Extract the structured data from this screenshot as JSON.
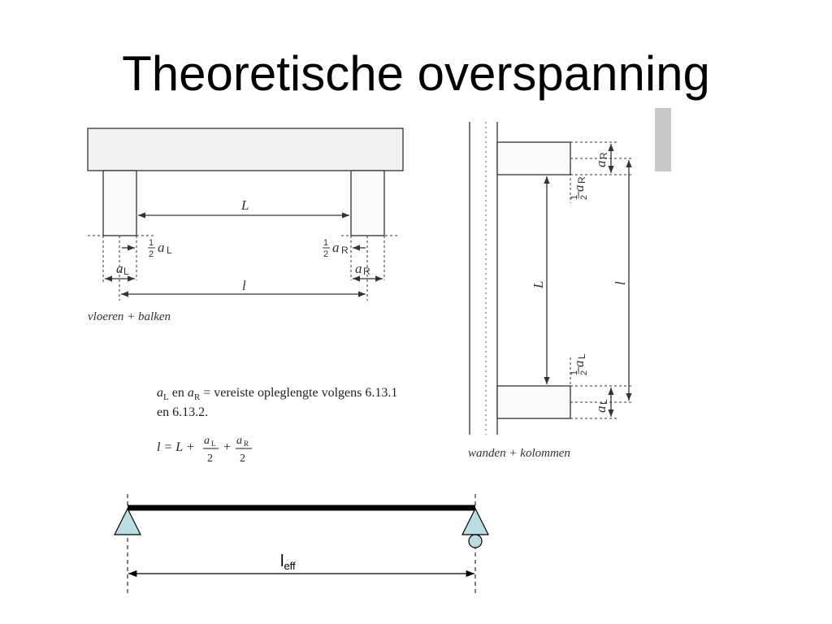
{
  "slide": {
    "title": "Theoretische overspanning"
  },
  "floor_diagram": {
    "span_label": "L",
    "effective_label": "l",
    "half_left_num": "1",
    "half_left_den": "2",
    "half_left_var": "a",
    "half_left_sub": "L",
    "half_right_num": "1",
    "half_right_den": "2",
    "half_right_var": "a",
    "half_right_sub": "R",
    "left_support_var": "a",
    "left_support_sub": "L",
    "right_support_var": "a",
    "right_support_sub": "R",
    "caption": "vloeren + balken"
  },
  "wall_diagram": {
    "span_label": "L",
    "effective_label": "l",
    "top_support_var": "a",
    "top_support_sub": "R",
    "top_half_num": "1",
    "top_half_den": "2",
    "top_half_var": "a",
    "top_half_sub": "R",
    "bottom_half_num": "1",
    "bottom_half_den": "2",
    "bottom_half_var": "a",
    "bottom_half_sub": "L",
    "bottom_support_var": "a",
    "bottom_support_sub": "L",
    "caption": "wanden + kolommen"
  },
  "definition": {
    "line1_a1": "a",
    "line1_sub1": "L",
    "line1_en": " en ",
    "line1_a2": "a",
    "line1_sub2": "R",
    "line1_text": " = vereiste opleglengte volgens 6.13.1",
    "line2_text": "en 6.13.2.",
    "formula_lhs": "l = L +",
    "frac1_num_var": "a",
    "frac1_num_sub": "L",
    "frac1_den": "2",
    "plus": "+",
    "frac2_num_var": "a",
    "frac2_num_sub": "R",
    "frac2_den": "2"
  },
  "beam_model": {
    "label_main": "l",
    "label_sub": "eff"
  },
  "colors": {
    "support_fill": "#b9dde3",
    "line": "#000000",
    "scan_line": "#333333",
    "shade": "#c8c8c8"
  }
}
